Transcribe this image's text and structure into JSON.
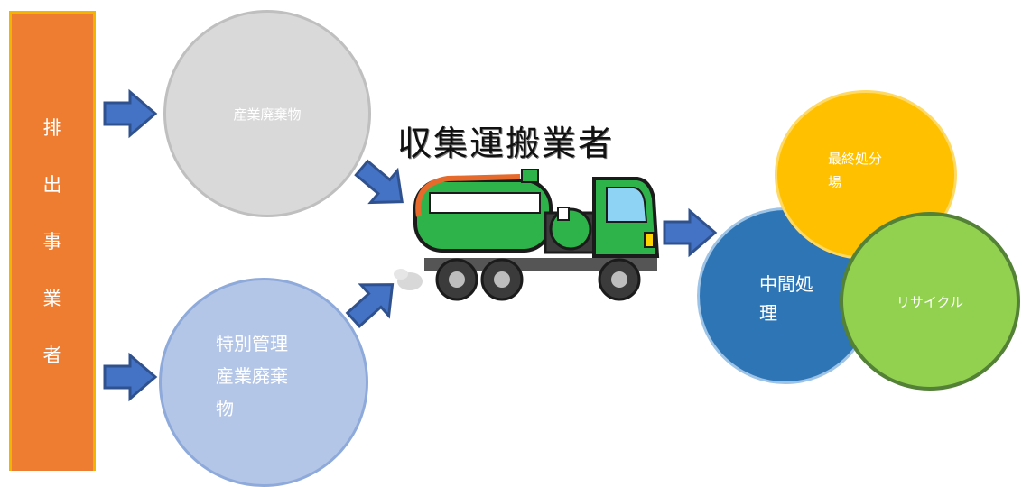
{
  "emitter": {
    "chars": [
      "排",
      "出",
      "事",
      "業",
      "者"
    ]
  },
  "industrial_waste": {
    "label": "産業廃棄物"
  },
  "special_waste": {
    "lines": [
      "特別管理",
      "産業廃棄",
      "物"
    ]
  },
  "collector": {
    "title": "収集運搬業者"
  },
  "intermediate": {
    "lines": [
      "中間処",
      "理"
    ]
  },
  "final_disposal": {
    "lines": [
      "最終処分",
      "場"
    ]
  },
  "recycle": {
    "label": "リサイクル"
  },
  "colors": {
    "emitter": "#ee7d31",
    "industrial": "#d9d9d9",
    "special": "#b4c6e7",
    "intermediate": "#2e75b6",
    "final": "#ffc000",
    "recycle": "#92d050",
    "arrow": "#4472c4",
    "truck_body": "#2db34a",
    "truck_cab": "#2db34a"
  },
  "icons": [
    "truck-icon",
    "arrow-right-icon"
  ]
}
